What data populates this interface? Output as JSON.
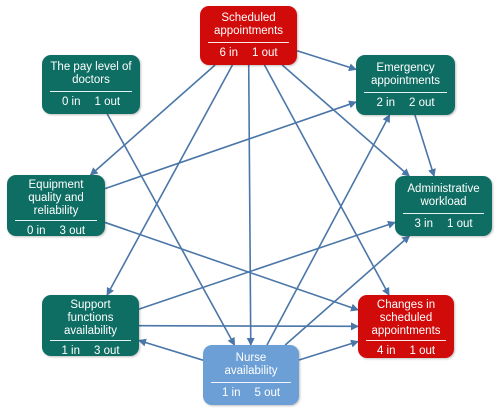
{
  "colors": {
    "teal": "#0f6e63",
    "red": "#d10a0a",
    "blue": "#6b9fd6",
    "edge": "#4a76a8"
  },
  "nodes": {
    "scheduled": {
      "title": "Scheduled appointments",
      "in": "6 in",
      "out": "1 out",
      "color": "red"
    },
    "emergency": {
      "title": "Emergency appointments",
      "in": "2 in",
      "out": "2 out",
      "color": "teal"
    },
    "admin": {
      "title": "Administrative workload",
      "in": "3 in",
      "out": "1 out",
      "color": "teal"
    },
    "changes": {
      "title": "Changes in scheduled appointments",
      "in": "4 in",
      "out": "1 out",
      "color": "red"
    },
    "nurse": {
      "title": "Nurse availability",
      "in": "1 in",
      "out": "5 out",
      "color": "blue"
    },
    "support": {
      "title": "Support functions availability",
      "in": "1 in",
      "out": "3 out",
      "color": "teal"
    },
    "equipment": {
      "title": "Equipment quality and reliability",
      "in": "0 in",
      "out": "3 out",
      "color": "teal"
    },
    "pay": {
      "title": "The pay level of doctors",
      "in": "0 in",
      "out": "1 out",
      "color": "teal"
    }
  },
  "edges": [
    {
      "from": "scheduled",
      "to": "emergency"
    },
    {
      "from": "scheduled",
      "to": "admin"
    },
    {
      "from": "scheduled",
      "to": "changes"
    },
    {
      "from": "scheduled",
      "to": "nurse"
    },
    {
      "from": "scheduled",
      "to": "support"
    },
    {
      "from": "scheduled",
      "to": "equipment"
    },
    {
      "from": "pay",
      "to": "nurse"
    },
    {
      "from": "equipment",
      "to": "emergency"
    },
    {
      "from": "equipment",
      "to": "changes"
    },
    {
      "from": "support",
      "to": "admin"
    },
    {
      "from": "support",
      "to": "changes"
    },
    {
      "from": "nurse",
      "to": "support"
    },
    {
      "from": "nurse",
      "to": "emergency"
    },
    {
      "from": "nurse",
      "to": "admin"
    },
    {
      "from": "nurse",
      "to": "changes"
    },
    {
      "from": "emergency",
      "to": "admin"
    }
  ]
}
